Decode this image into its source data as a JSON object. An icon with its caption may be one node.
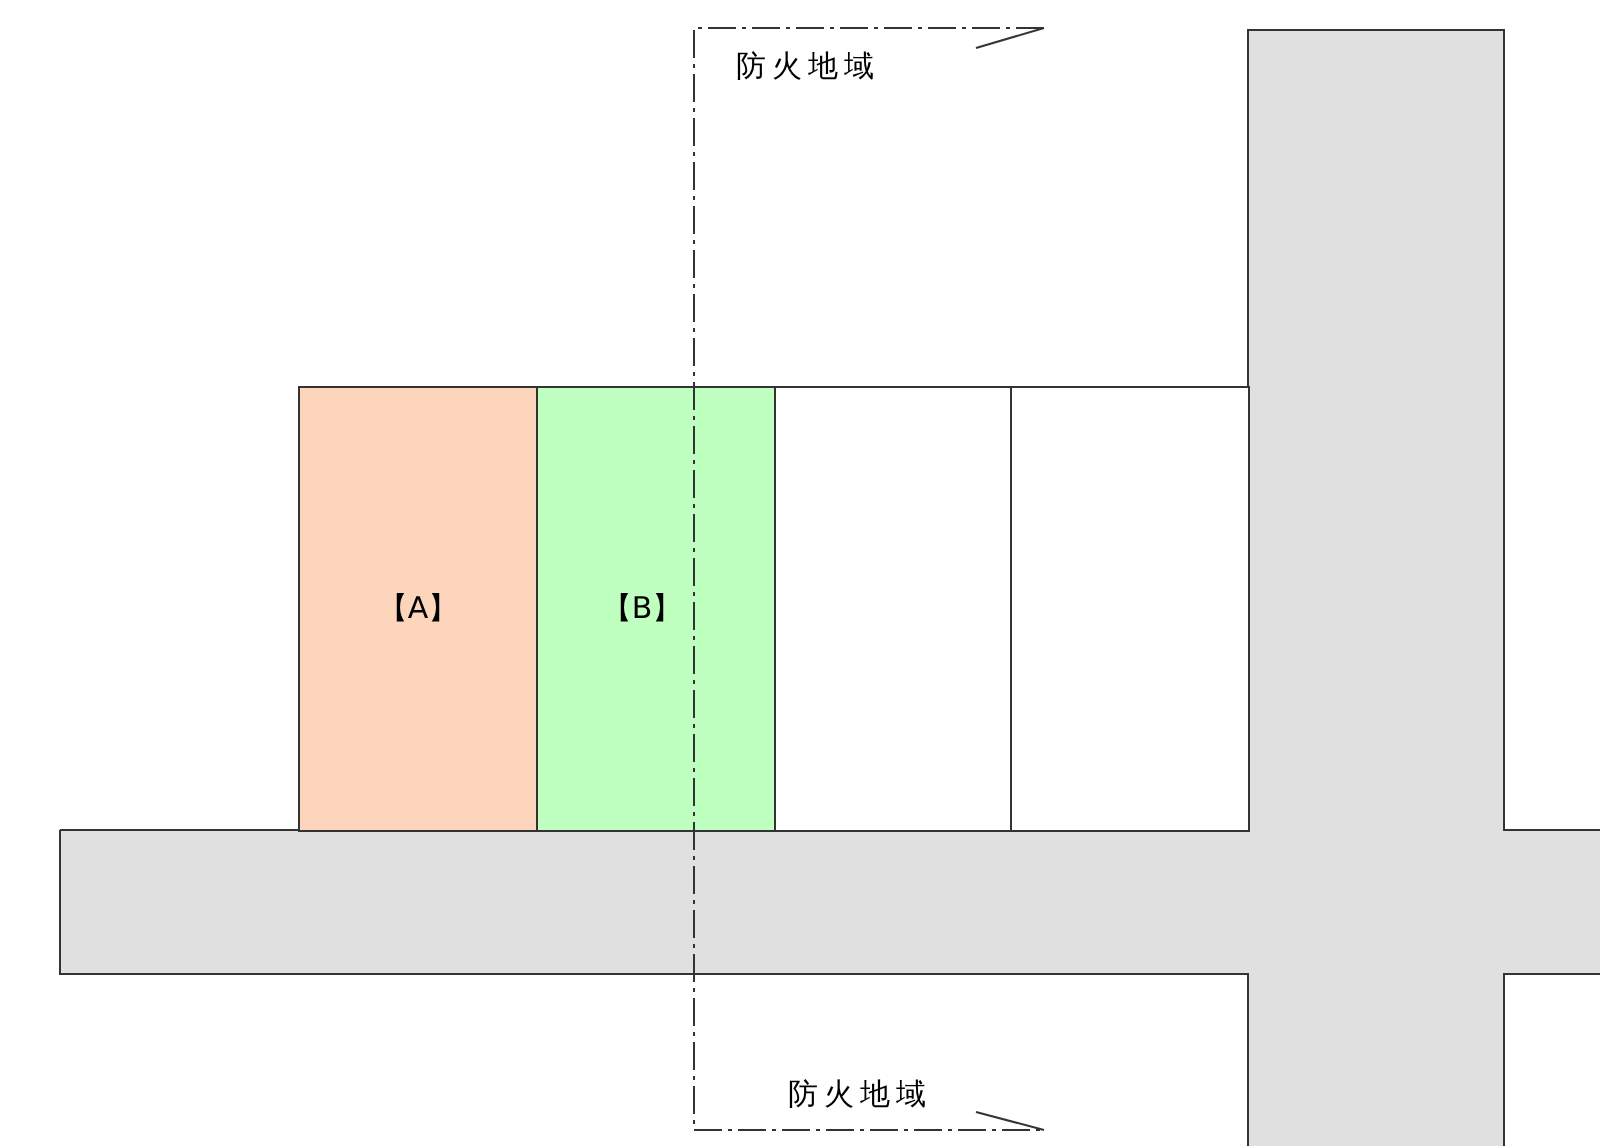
{
  "diagram": {
    "nodes": [
      {
        "text": [
          "【A】"
        ]
      },
      {
        "text": [
          "【B】"
        ]
      },
      {
        "text": [],
        "shape": "box"
      },
      {
        "text": [],
        "shape": "box"
      }
    ],
    "labels": [
      "防火地域",
      "防火地域"
    ]
  }
}
